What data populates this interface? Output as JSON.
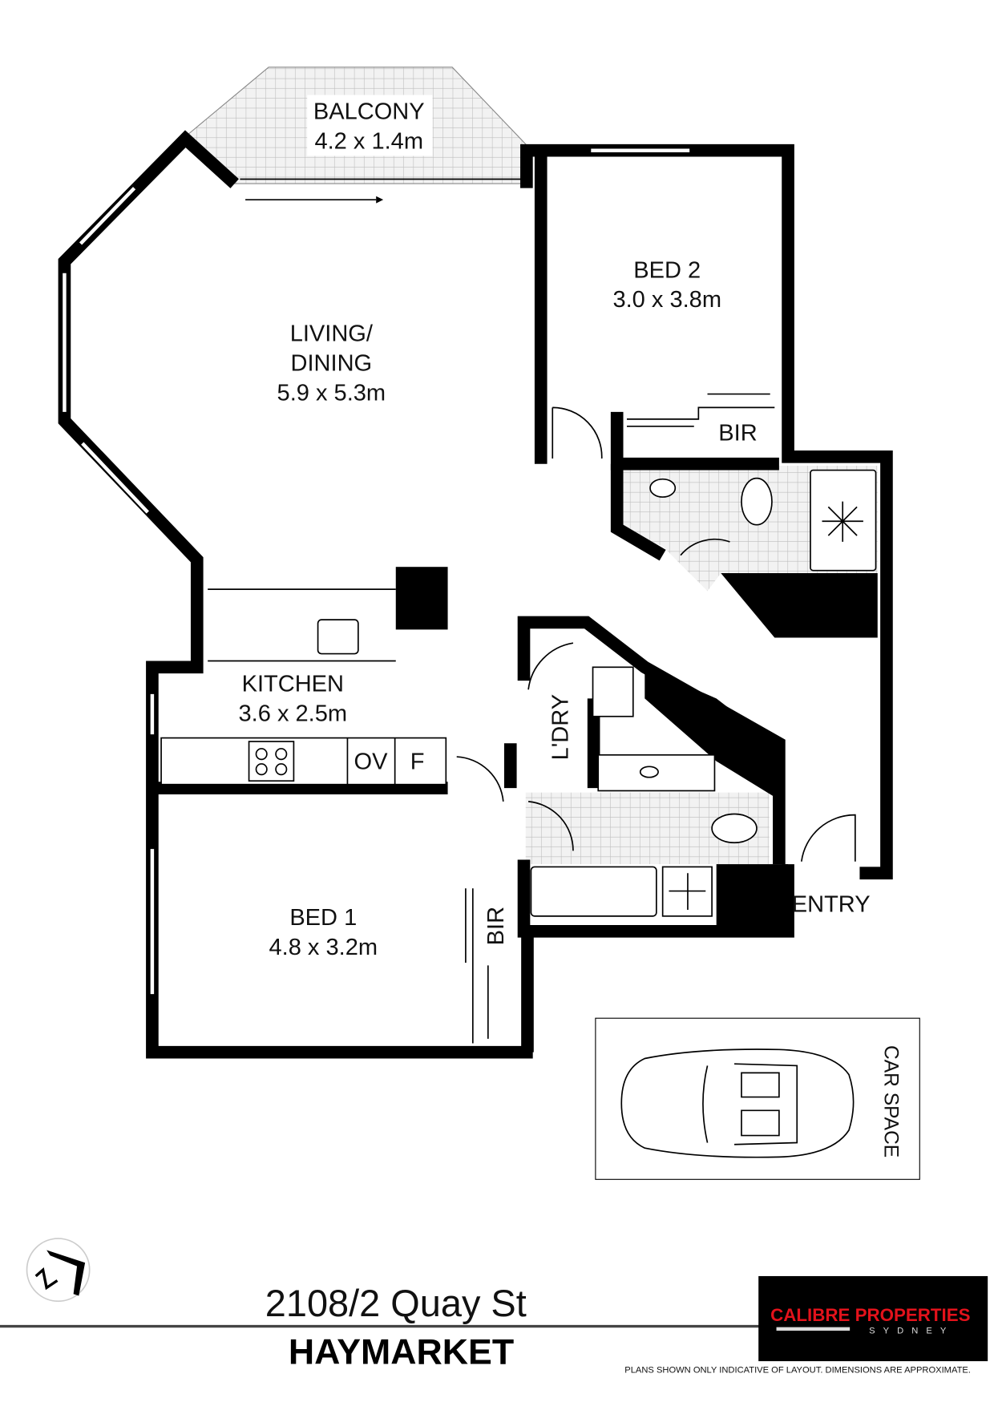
{
  "rooms": {
    "balcony": {
      "name": "BALCONY",
      "size": "4.2 x 1.4m"
    },
    "living": {
      "name_line1": "LIVING/",
      "name_line2": "DINING",
      "size": "5.9 x 5.3m"
    },
    "bed2": {
      "name": "BED 2",
      "size": "3.0 x 3.8m"
    },
    "bed2_bir": "BIR",
    "kitchen": {
      "name": "KITCHEN",
      "size": "3.6 x 2.5m"
    },
    "oven": "OV",
    "fridge": "F",
    "laundry": "L'DRY",
    "bed1": {
      "name": "BED 1",
      "size": "4.8 x 3.2m"
    },
    "bed1_bir": "BIR",
    "entry": "ENTRY",
    "car_space": "CAR SPACE"
  },
  "address": {
    "street": "2108/2 Quay St",
    "suburb": "HAYMARKET"
  },
  "logo": {
    "brand": "CALIBRE PROPERTIES",
    "city": "SYDNEY",
    "brand_color": "#e3121b",
    "bg_color": "#000000"
  },
  "disclaimer": "PLANS SHOWN ONLY INDICATIVE OF LAYOUT. DIMENSIONS ARE APPROXIMATE.",
  "compass": {
    "icon": "north-arrow-icon"
  }
}
